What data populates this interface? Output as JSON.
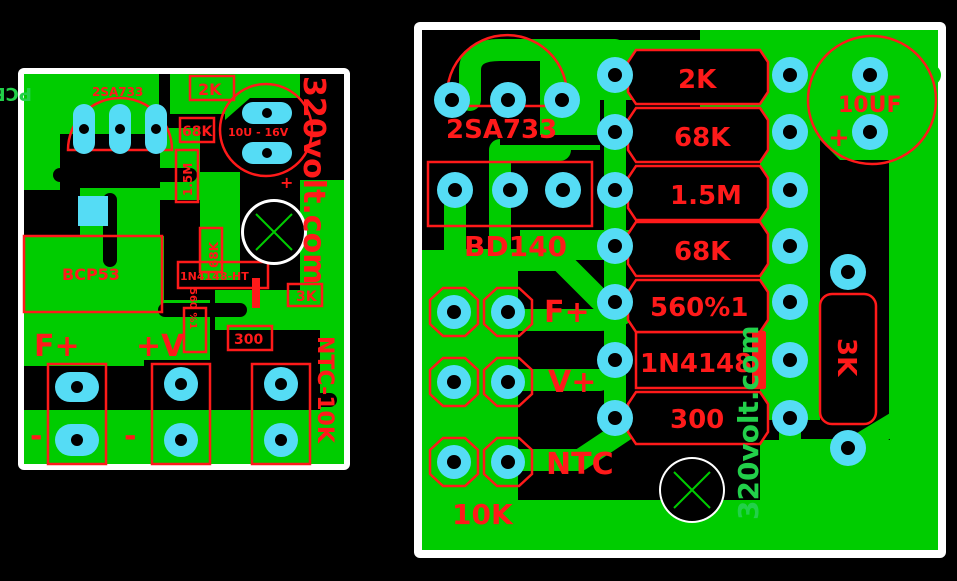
{
  "colors": {
    "background": "#000000",
    "board_frame": "#ffffff",
    "copper": "#00cc00",
    "pad": "#55dcf5",
    "silk": "#ff1a1a",
    "credit": "#22d04a"
  },
  "small_board": {
    "pcb_tag": "PCB",
    "transistor": "2SA733",
    "r_2k": "2K",
    "r_68k_a": "68K",
    "r_15m": "1.5M",
    "r_68k_b": "68K",
    "capacitor": "10U - 16V",
    "cap_plus": "+",
    "diode": "1N4148-HT",
    "r_3k": "3K",
    "r_560": "560 %1",
    "r_300": "300",
    "bcp": "BCP53",
    "f_plus": "F+",
    "v_plus": "+V",
    "minus_left": "-",
    "minus_mid": "-",
    "ntc": "NTC-10K",
    "credit": "320volt.com"
  },
  "large_board": {
    "transistor": "2SA733",
    "bd140": "BD140",
    "r_2k": "2K",
    "r_68k_a": "68K",
    "r_15m": "1.5M",
    "r_68k_b": "68K",
    "r_560": "560%1",
    "diode": "1N4148",
    "r_300": "300",
    "capacitor": "10UF",
    "cap_plus": "+",
    "r_3k": "3K",
    "f_plus": "F+",
    "v_plus": "V+",
    "ntc": "NTC",
    "ntc_value": "10K",
    "credit": "320volt.com"
  }
}
